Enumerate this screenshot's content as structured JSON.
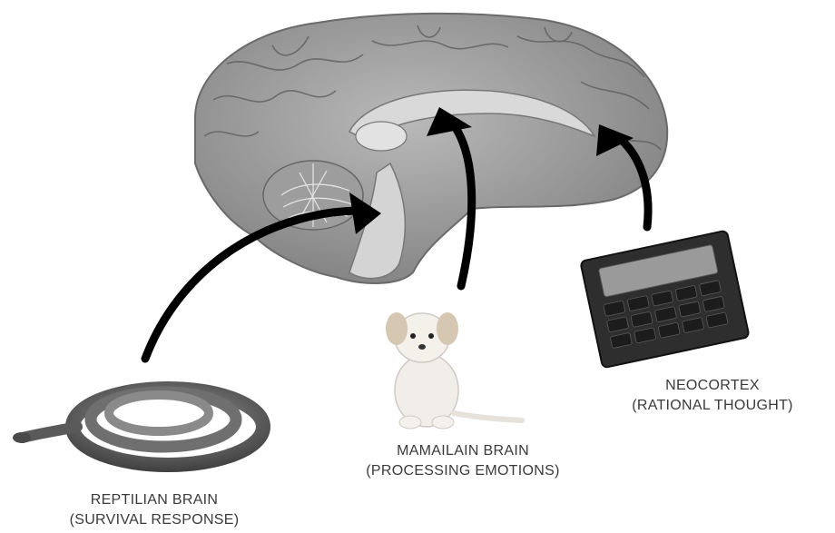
{
  "labels": {
    "reptilian": {
      "title": "REPTILIAN BRAIN",
      "subtitle": "(SURVIVAL RESPONSE)"
    },
    "mammalian": {
      "title": "MAMAILAIN BRAIN",
      "subtitle": "(PROCESSING EMOTIONS)"
    },
    "neocortex": {
      "title": "NEOCORTEX",
      "subtitle": "(RATIONAL THOUGHT)"
    }
  },
  "icons": {
    "brain": "brain-illustration",
    "snake": "snake-illustration",
    "puppy": "puppy-illustration",
    "calculator": "calculator-illustration",
    "arrow": "curved-arrow"
  },
  "colors": {
    "background": "#ffffff",
    "arrow": "#000000",
    "brain": "#8c8c8c",
    "caption": "#3a3a3a"
  }
}
